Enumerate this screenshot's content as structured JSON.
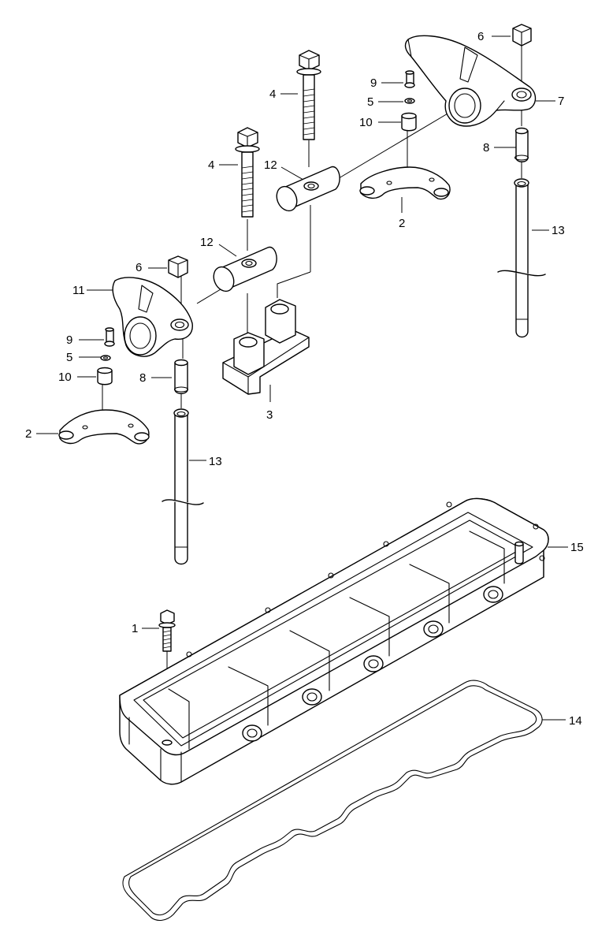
{
  "callouts": [
    {
      "id": "c6a",
      "label": "6"
    },
    {
      "id": "c9a",
      "label": "9"
    },
    {
      "id": "c4a",
      "label": "4"
    },
    {
      "id": "c5a",
      "label": "5"
    },
    {
      "id": "c7",
      "label": "7"
    },
    {
      "id": "c10a",
      "label": "10"
    },
    {
      "id": "c8a",
      "label": "8"
    },
    {
      "id": "c4b",
      "label": "4"
    },
    {
      "id": "c12a",
      "label": "12"
    },
    {
      "id": "c2a",
      "label": "2"
    },
    {
      "id": "c13a",
      "label": "13"
    },
    {
      "id": "c12b",
      "label": "12"
    },
    {
      "id": "c6b",
      "label": "6"
    },
    {
      "id": "c11",
      "label": "11"
    },
    {
      "id": "c9b",
      "label": "9"
    },
    {
      "id": "c5b",
      "label": "5"
    },
    {
      "id": "c10b",
      "label": "10"
    },
    {
      "id": "c8b",
      "label": "8"
    },
    {
      "id": "c3",
      "label": "3"
    },
    {
      "id": "c2b",
      "label": "2"
    },
    {
      "id": "c13b",
      "label": "13"
    },
    {
      "id": "c15",
      "label": "15"
    },
    {
      "id": "c1",
      "label": "1"
    },
    {
      "id": "c14",
      "label": "14"
    }
  ]
}
